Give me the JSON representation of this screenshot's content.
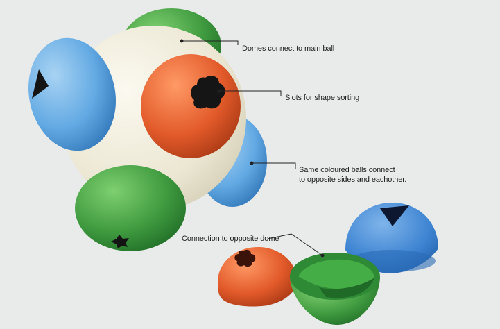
{
  "annotations": [
    {
      "id": "domes",
      "lines": [
        "Domes connect to main ball"
      ]
    },
    {
      "id": "slots",
      "lines": [
        "Slots for shape sorting"
      ]
    },
    {
      "id": "same-colour",
      "lines": [
        "Same coloured balls connect",
        "to opposite sides and eachother."
      ]
    },
    {
      "id": "opposite",
      "lines": [
        "Connection to opposite dome"
      ]
    }
  ],
  "colors": {
    "background": "#e9ebea",
    "blue": "#62a9e3",
    "green": "#3f9a3f",
    "orange": "#e25a2a",
    "cream": "#f3efdf",
    "leader": "#222222"
  }
}
